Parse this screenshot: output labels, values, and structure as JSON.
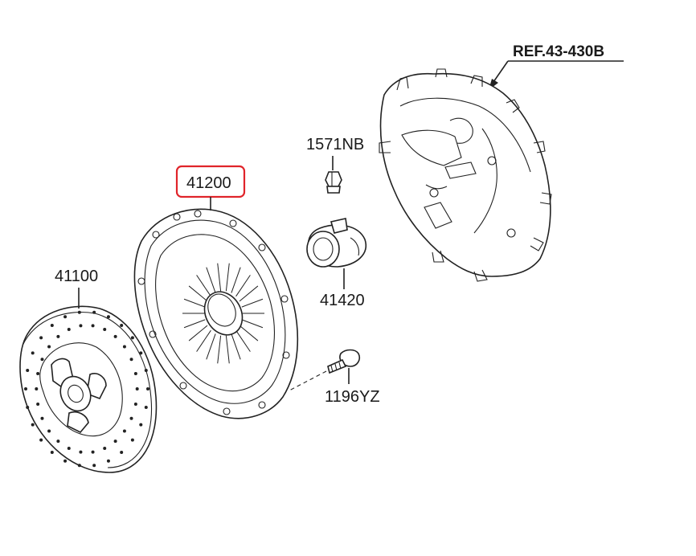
{
  "labels": {
    "ref": "REF.43-430B",
    "nut": "1571NB",
    "cover": "41200",
    "disc": "41100",
    "bearing": "41420",
    "bolt": "1196YZ"
  },
  "highlight": {
    "target": "41200",
    "color": "#e0242a"
  }
}
